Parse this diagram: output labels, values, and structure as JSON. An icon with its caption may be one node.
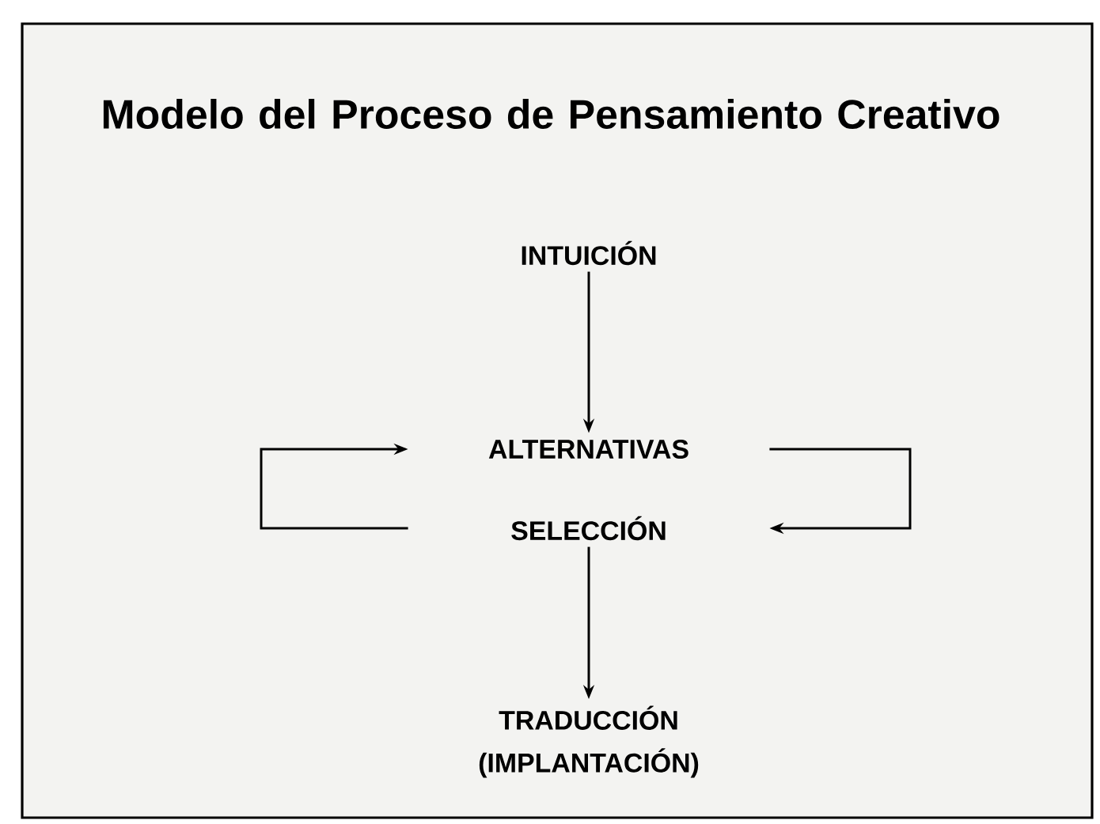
{
  "diagram": {
    "title": "Modelo del Proceso de Pensamiento Creativo",
    "nodes": [
      {
        "text": [
          "INTUICIÓN"
        ]
      },
      {
        "text": [
          "ALTERNATIVAS"
        ]
      },
      {
        "text": [
          "SELECCIÓN"
        ]
      },
      {
        "text": [
          "TRADUCCIÓN (IMPLANTACIÓN)"
        ]
      }
    ],
    "edges": [
      {
        "from": 0,
        "to": 1,
        "arrow": "to"
      },
      {
        "from": 1,
        "to": 2,
        "arrow": "to"
      },
      {
        "from": 2,
        "to": 1,
        "arrow": "to"
      },
      {
        "from": 2,
        "to": 3,
        "arrow": "to"
      }
    ]
  }
}
